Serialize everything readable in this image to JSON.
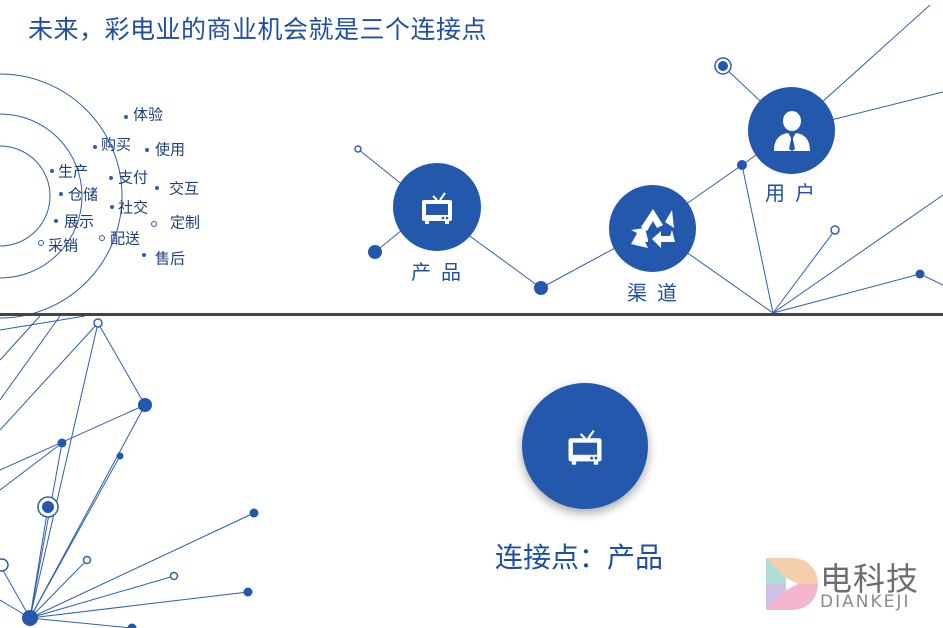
{
  "title": "未来，彩电业的商业机会就是三个连接点",
  "rings": {
    "inner": [
      "生产",
      "仓储",
      "展示",
      "采销"
    ],
    "middle": [
      "购买",
      "支付",
      "社交",
      "配送"
    ],
    "outer": [
      "体验",
      "使用",
      "交互",
      "定制",
      "售后"
    ]
  },
  "nodes": {
    "product": {
      "label": "产品",
      "icon": "tv-icon"
    },
    "channel": {
      "label": "渠道",
      "icon": "recycle-icon"
    },
    "user": {
      "label": "用户",
      "icon": "user-icon"
    }
  },
  "focus": {
    "icon": "tv-icon",
    "caption": "连接点：产品"
  },
  "logo": {
    "cn": "电科技",
    "en": "DIANKEJI"
  },
  "colors": {
    "primary": "#2458ad",
    "line": "#2f5fb0",
    "divider": "#444444"
  }
}
